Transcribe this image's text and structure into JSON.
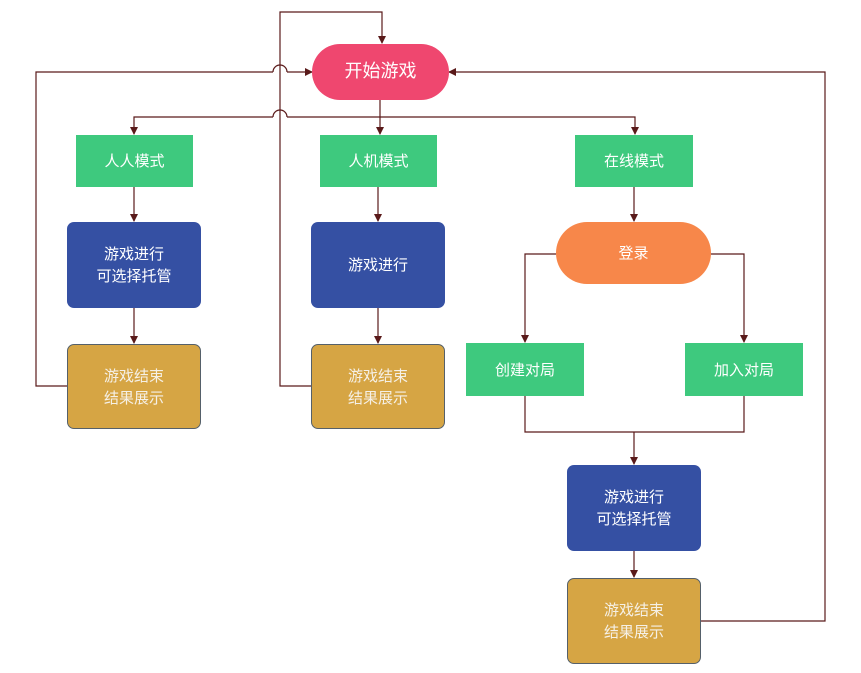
{
  "nodes": {
    "start": "开始游戏",
    "pvp_mode": "人人模式",
    "pve_mode": "人机模式",
    "online_mode": "在线模式",
    "pvp_play": "游戏进行\n可选择托管",
    "pve_play": "游戏进行",
    "pvp_end": "游戏结束\n结果展示",
    "pve_end": "游戏结束\n结果展示",
    "login": "登录",
    "create_room": "创建对局",
    "join_room": "加入对局",
    "online_play": "游戏进行\n可选择托管",
    "online_end": "游戏结束\n结果展示"
  },
  "colors": {
    "start": "#ef476f",
    "mode": "#3ec97e",
    "play": "#3550a3",
    "end": "#d6a544",
    "login": "#f7874a",
    "line": "#5a1a1a"
  }
}
